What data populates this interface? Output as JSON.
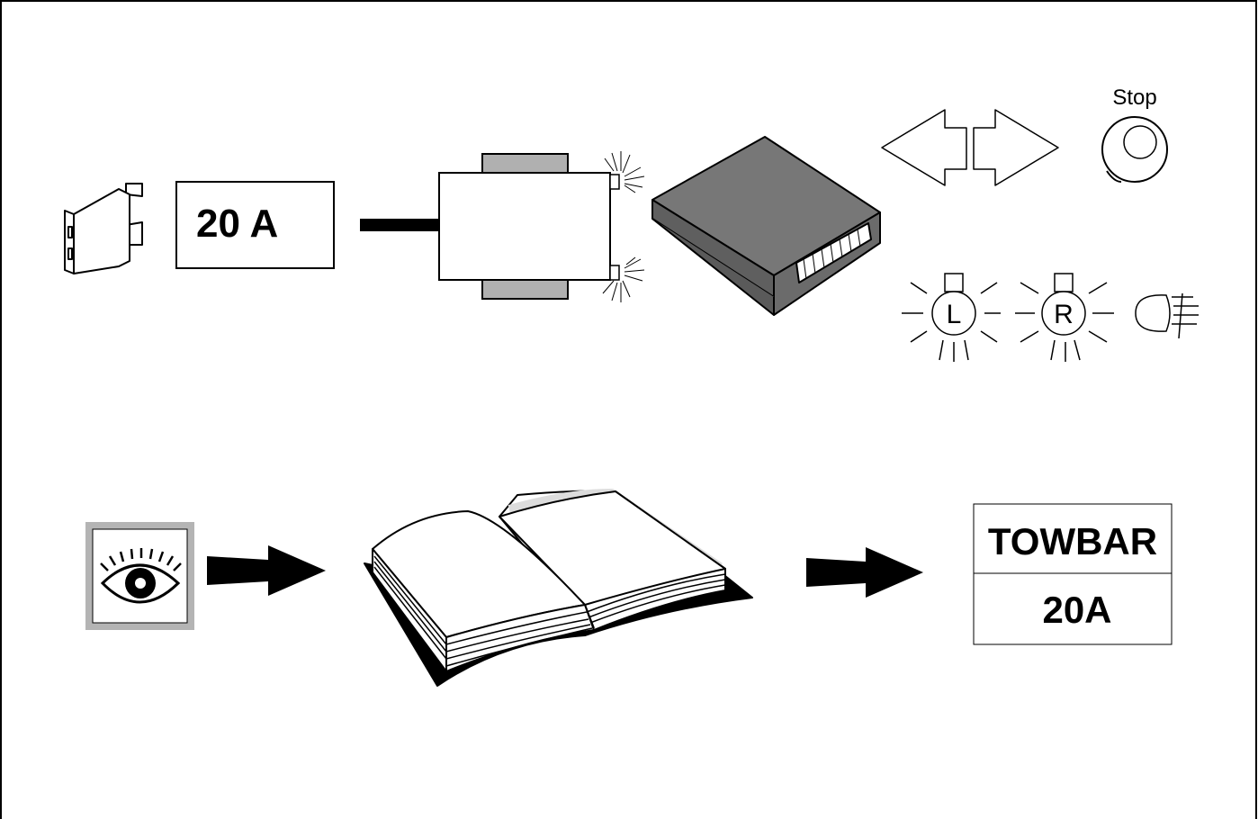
{
  "fuse_rating_label": "20 A",
  "stop_label": "Stop",
  "left_lamp_letter": "L",
  "right_lamp_letter": "R",
  "towbar_label": {
    "title": "TOWBAR",
    "rating": "20A"
  },
  "colors": {
    "line": "#000000",
    "module_body": "#6b6b6b",
    "module_top": "#777777",
    "clip_gray": "#b0b0b0",
    "eye_frame": "#b4b4b4",
    "page_shade": "#dcdcdc"
  },
  "icons": [
    "blade-fuse-icon",
    "connector-icon",
    "control-module-icon",
    "left-arrow-icon",
    "right-arrow-icon",
    "stop-lamp-icon",
    "left-indicator-lamp-icon",
    "right-indicator-lamp-icon",
    "headlamp-icon",
    "eye-icon",
    "arrow-icon",
    "open-book-icon"
  ]
}
